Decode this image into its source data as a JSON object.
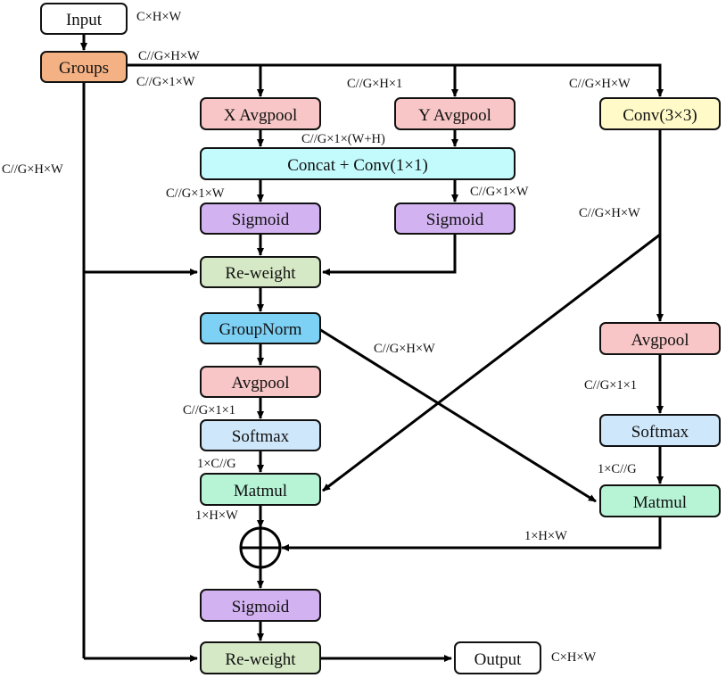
{
  "colors": {
    "white": "#ffffff",
    "groups": "#f4b183",
    "pink": "#f8c6c6",
    "yellow": "#fffac8",
    "cyan": "#c3fbfd",
    "purple": "#d2b2f0",
    "green": "#d6e9c6",
    "blue": "#7dd1f5",
    "lightblue": "#cfe7fa",
    "mint": "#b7f4d6"
  },
  "nodes": {
    "input": "Input",
    "groups": "Groups",
    "x_avgpool": "X Avgpool",
    "y_avgpool": "Y Avgpool",
    "conv3": "Conv(3×3)",
    "concat": "Concat + Conv(1×1)",
    "sigmoid_left": "Sigmoid",
    "sigmoid_right": "Sigmoid",
    "reweight_top": "Re-weight",
    "groupnorm": "GroupNorm",
    "avgpool_left": "Avgpool",
    "softmax_left": "Softmax",
    "matmul_left": "Matmul",
    "avgpool_right": "Avgpool",
    "softmax_right": "Softmax",
    "matmul_right": "Matmul",
    "sigmoid_bottom": "Sigmoid",
    "reweight_bottom": "Re-weight",
    "output": "Output",
    "add_symbol": "⊕"
  },
  "labels": {
    "input_shape": "C×H×W",
    "groups_out_top": "C//G×H×W",
    "groups_out_below": "C//G×1×W",
    "y_in": "C//G×H×1",
    "conv_in": "C//G×H×W",
    "left_branch": "C//G×H×W",
    "concat_in": "C//G×1×(W+H)",
    "sig_left_in": "C//G×1×W",
    "sig_right_in": "C//G×1×W",
    "conv_out": "C//G×H×W",
    "groupnorm_out": "C//G×H×W",
    "avgpool_left_out": "C//G×1×1",
    "softmax_left_out": "1×C//G",
    "matmul_left_out": "1×H×W",
    "avgpool_right_out": "C//G×1×1",
    "softmax_right_out": "1×C//G",
    "matmul_right_out": "1×H×W",
    "output_shape": "C×H×W"
  }
}
